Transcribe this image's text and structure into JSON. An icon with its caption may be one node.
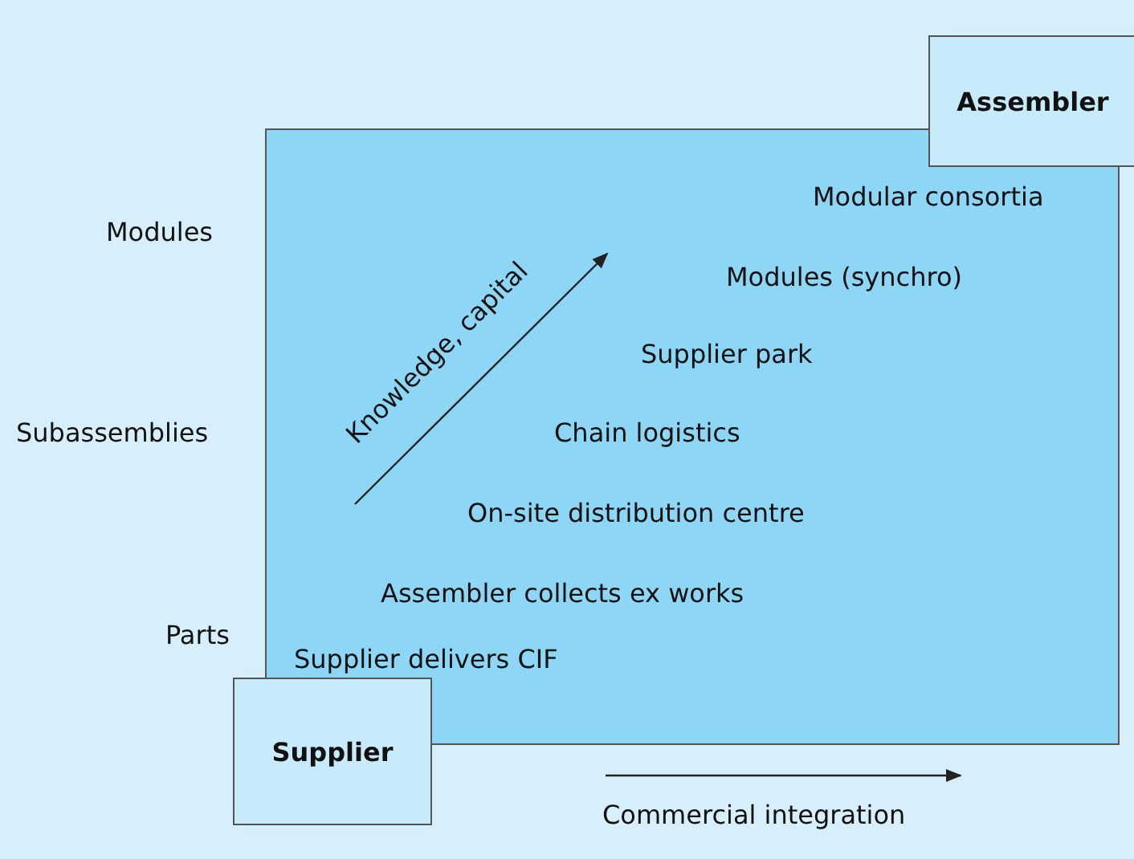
{
  "diagram": {
    "nodes": [
      {
        "text": [
          "Modular consortia",
          "Modules (synchro)",
          "Supplier park",
          "Chain logistics",
          "On-site distribution centre",
          "Assembler collects ex works",
          "Supplier delivers CIF"
        ]
      },
      {
        "text": [
          "Assembler"
        ]
      },
      {
        "text": [
          "Supplier"
        ]
      }
    ],
    "labels": [
      "Modules",
      "Subassemblies",
      "Parts",
      "Knowledge, capital",
      "Commercial integration"
    ]
  }
}
